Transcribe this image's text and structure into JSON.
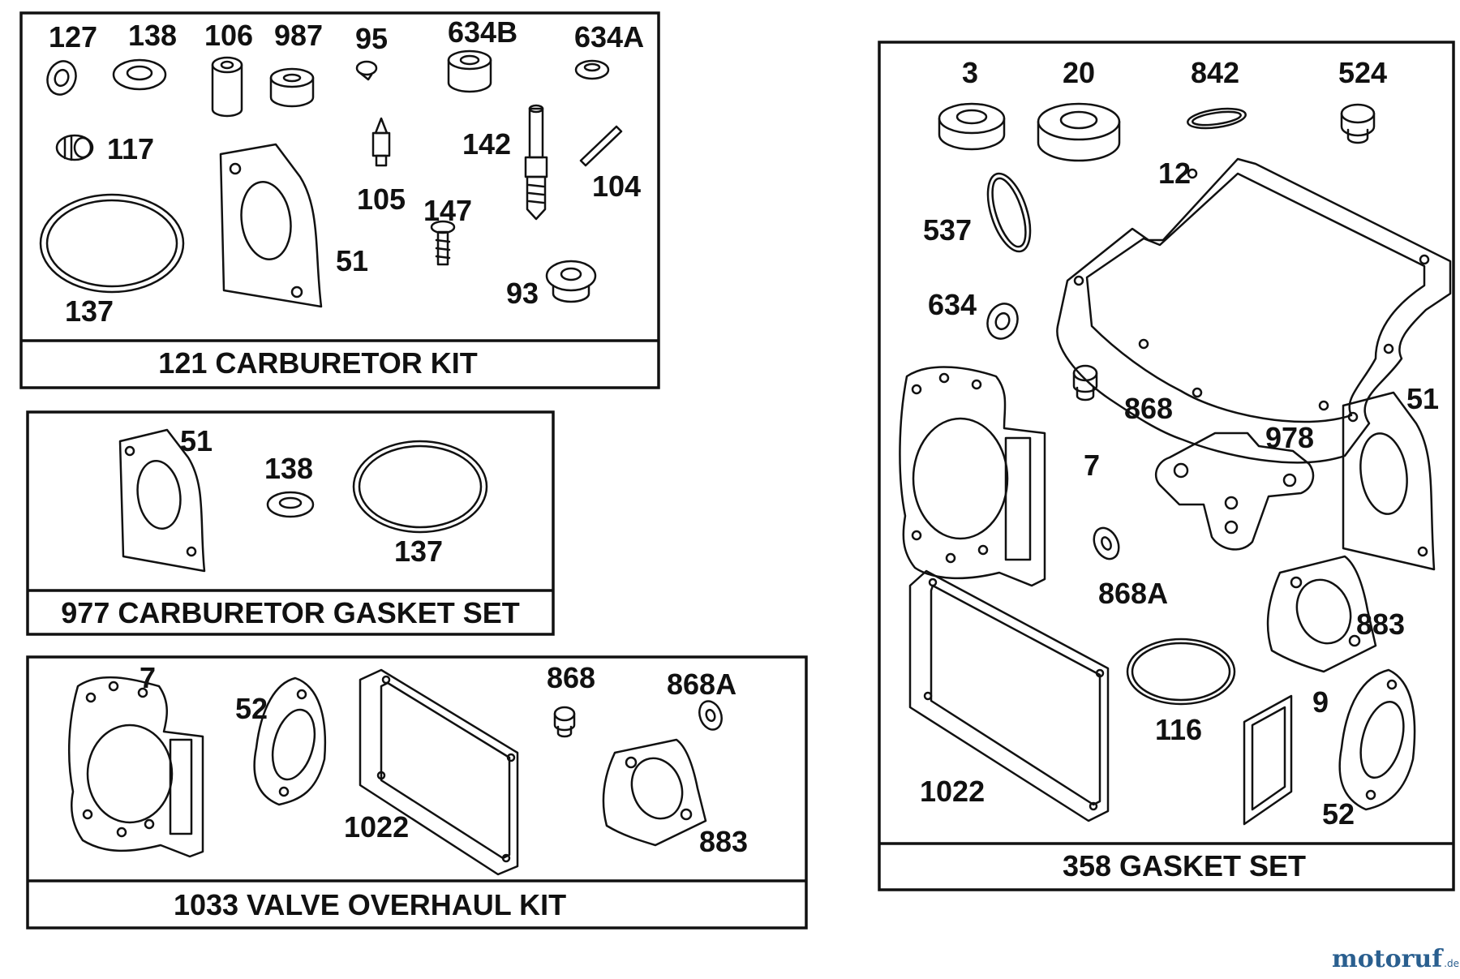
{
  "kits": {
    "carburetor_kit": {
      "title": "121 CARBURETOR KIT",
      "labels": {
        "p127": "127",
        "p138": "138",
        "p106": "106",
        "p987": "987",
        "p95": "95",
        "p634B": "634B",
        "p634A": "634A",
        "p117": "117",
        "p142": "142",
        "p104": "104",
        "p105": "105",
        "p147": "147",
        "p51": "51",
        "p137": "137",
        "p93": "93"
      }
    },
    "carburetor_gasket_set": {
      "title": "977 CARBURETOR GASKET SET",
      "labels": {
        "p51": "51",
        "p138": "138",
        "p137": "137"
      }
    },
    "valve_overhaul_kit": {
      "title": "1033 VALVE OVERHAUL KIT",
      "labels": {
        "p7": "7",
        "p52": "52",
        "p868": "868",
        "p868A": "868A",
        "p1022": "1022",
        "p883": "883"
      }
    },
    "gasket_set": {
      "title": "358 GASKET SET",
      "labels": {
        "p3": "3",
        "p20": "20",
        "p842": "842",
        "p524": "524",
        "p12": "12",
        "p537": "537",
        "p634": "634",
        "p868": "868",
        "p978": "978",
        "p51": "51",
        "p7": "7",
        "p868A": "868A",
        "p883": "883",
        "p116": "116",
        "p9": "9",
        "p1022": "1022",
        "p52": "52"
      }
    }
  },
  "watermark": {
    "name": "motoruf",
    "tld": ".de"
  }
}
